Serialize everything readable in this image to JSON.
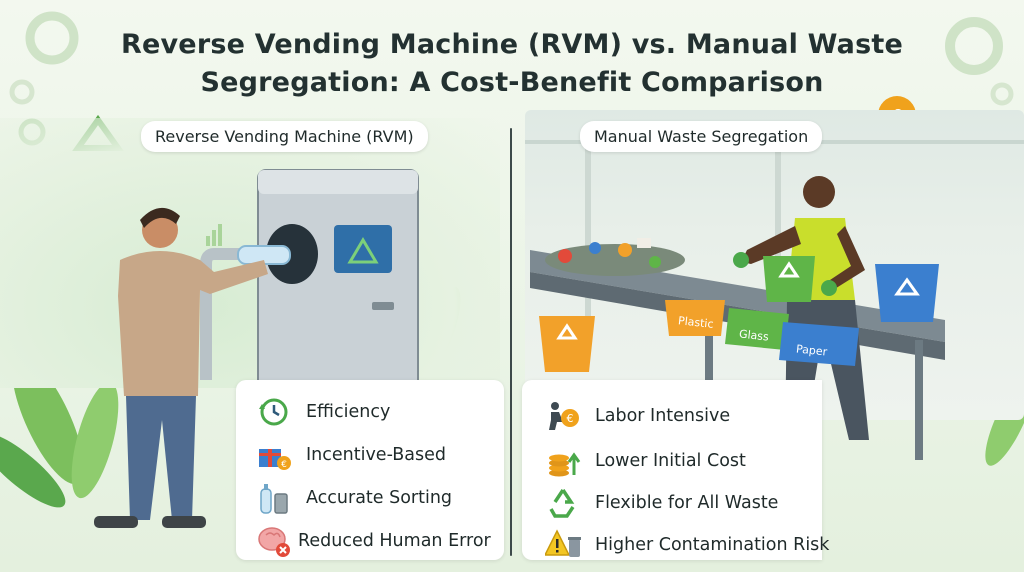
{
  "title": {
    "line1": "Reverse Vending Machine (RVM) vs. Manual Waste",
    "line2": "Segregation: A Cost-Benefit Comparison"
  },
  "left": {
    "label": "Reverse Vending Machine (RVM)",
    "items": [
      {
        "label": "Efficiency",
        "icon": "clock-cycle-icon"
      },
      {
        "label": "Incentive-Based",
        "icon": "gift-coin-icon"
      },
      {
        "label": "Accurate Sorting",
        "icon": "bottle-can-icon"
      },
      {
        "label": "Reduced Human Error",
        "icon": "brain-x-icon"
      }
    ]
  },
  "right": {
    "label": "Manual Waste Segregation",
    "items": [
      {
        "label": "Labor Intensive",
        "icon": "worker-coin-icon"
      },
      {
        "label": "Lower Initial Cost",
        "icon": "coin-stack-arrow-icon"
      },
      {
        "label": "Flexible for All Waste",
        "icon": "recycle-icon"
      },
      {
        "label": "Higher Contamination Risk",
        "icon": "warning-bin-icon"
      }
    ],
    "bins": [
      "Plastic",
      "Glass",
      "Paper"
    ]
  },
  "colors": {
    "accent_green": "#4aa84a",
    "coin_orange": "#f0a21c",
    "warning_yellow": "#f3c623",
    "bin_orange": "#f2a12a",
    "bin_green": "#5fb548",
    "bin_blue": "#3b7fcf"
  }
}
